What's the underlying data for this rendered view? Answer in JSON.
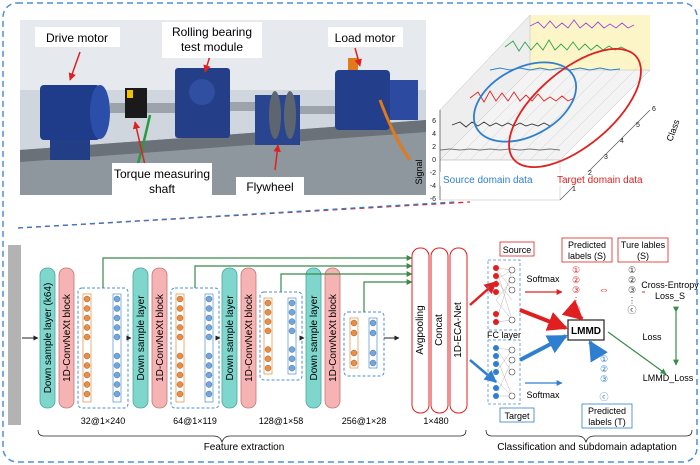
{
  "photo_labels": {
    "drive_motor": "Drive motor",
    "rolling_bearing_line1": "Rolling bearing",
    "rolling_bearing_line2": "test module",
    "load_motor": "Load motor",
    "torque_line1": "Torque measuring",
    "torque_line2": "shaft",
    "flywheel": "Flywheel"
  },
  "plot3d": {
    "y_axis_label": "Signal",
    "y_ticks": [
      "6",
      "4",
      "2",
      "0",
      "-2",
      "-4",
      "-6"
    ],
    "class_axis_label": "Class",
    "class_ticks": [
      "1",
      "2",
      "3",
      "4",
      "5",
      "6"
    ],
    "source_label": "Source domain data",
    "target_label": "Target domain data",
    "colors": {
      "source": "#2f7fd0",
      "target": "#e02020"
    }
  },
  "network": {
    "layers": [
      {
        "label": "Down sample layer (k64)",
        "kind": "down"
      },
      {
        "label": "1D-ConvNeXt block",
        "kind": "conv"
      },
      {
        "label": "Down sample layer",
        "kind": "down"
      },
      {
        "label": "1D-ConvNeXt block",
        "kind": "conv"
      },
      {
        "label": "Down sample layer",
        "kind": "down"
      },
      {
        "label": "1D-ConvNeXt block",
        "kind": "conv"
      },
      {
        "label": "Down sample layer",
        "kind": "down"
      },
      {
        "label": "1D-ConvNeXt block",
        "kind": "conv"
      }
    ],
    "dims": [
      "32@1×240",
      "64@1×119",
      "128@1×58",
      "256@1×28",
      "1×480"
    ],
    "avgpooling": "Avgpooling",
    "concat": "Concat",
    "eca": "1D-ECA-Net",
    "feature_extraction": "Feature extraction",
    "classification": "Classification and subdomain adaptation"
  },
  "classifier": {
    "source": "Source",
    "target": "Target",
    "fc_layer": "FC layer",
    "softmax_top": "Softmax",
    "softmax_bottom": "Softmax",
    "lmmd": "LMMD",
    "predicted_s_line1": "Predicted",
    "predicted_s_line2": "labels (S)",
    "true_labels_line1": "Ture lables",
    "true_labels_line2": "(S)",
    "cross_entropy_line1": "Cross-Entropy",
    "cross_entropy_line2": "Loss_S",
    "loss": "Loss",
    "lmmd_loss": "LMMD_Loss",
    "predicted_t_line1": "Predicted",
    "predicted_t_line2": "labels (T)",
    "circled": [
      "①",
      "②",
      "③",
      "ⓒ"
    ]
  },
  "colors": {
    "down_fill": "#7ed6cc",
    "conv_fill": "#f5b3b3",
    "source_red": "#e02020",
    "target_blue": "#2f7fd0",
    "arrow_green": "#3a8a4a"
  }
}
